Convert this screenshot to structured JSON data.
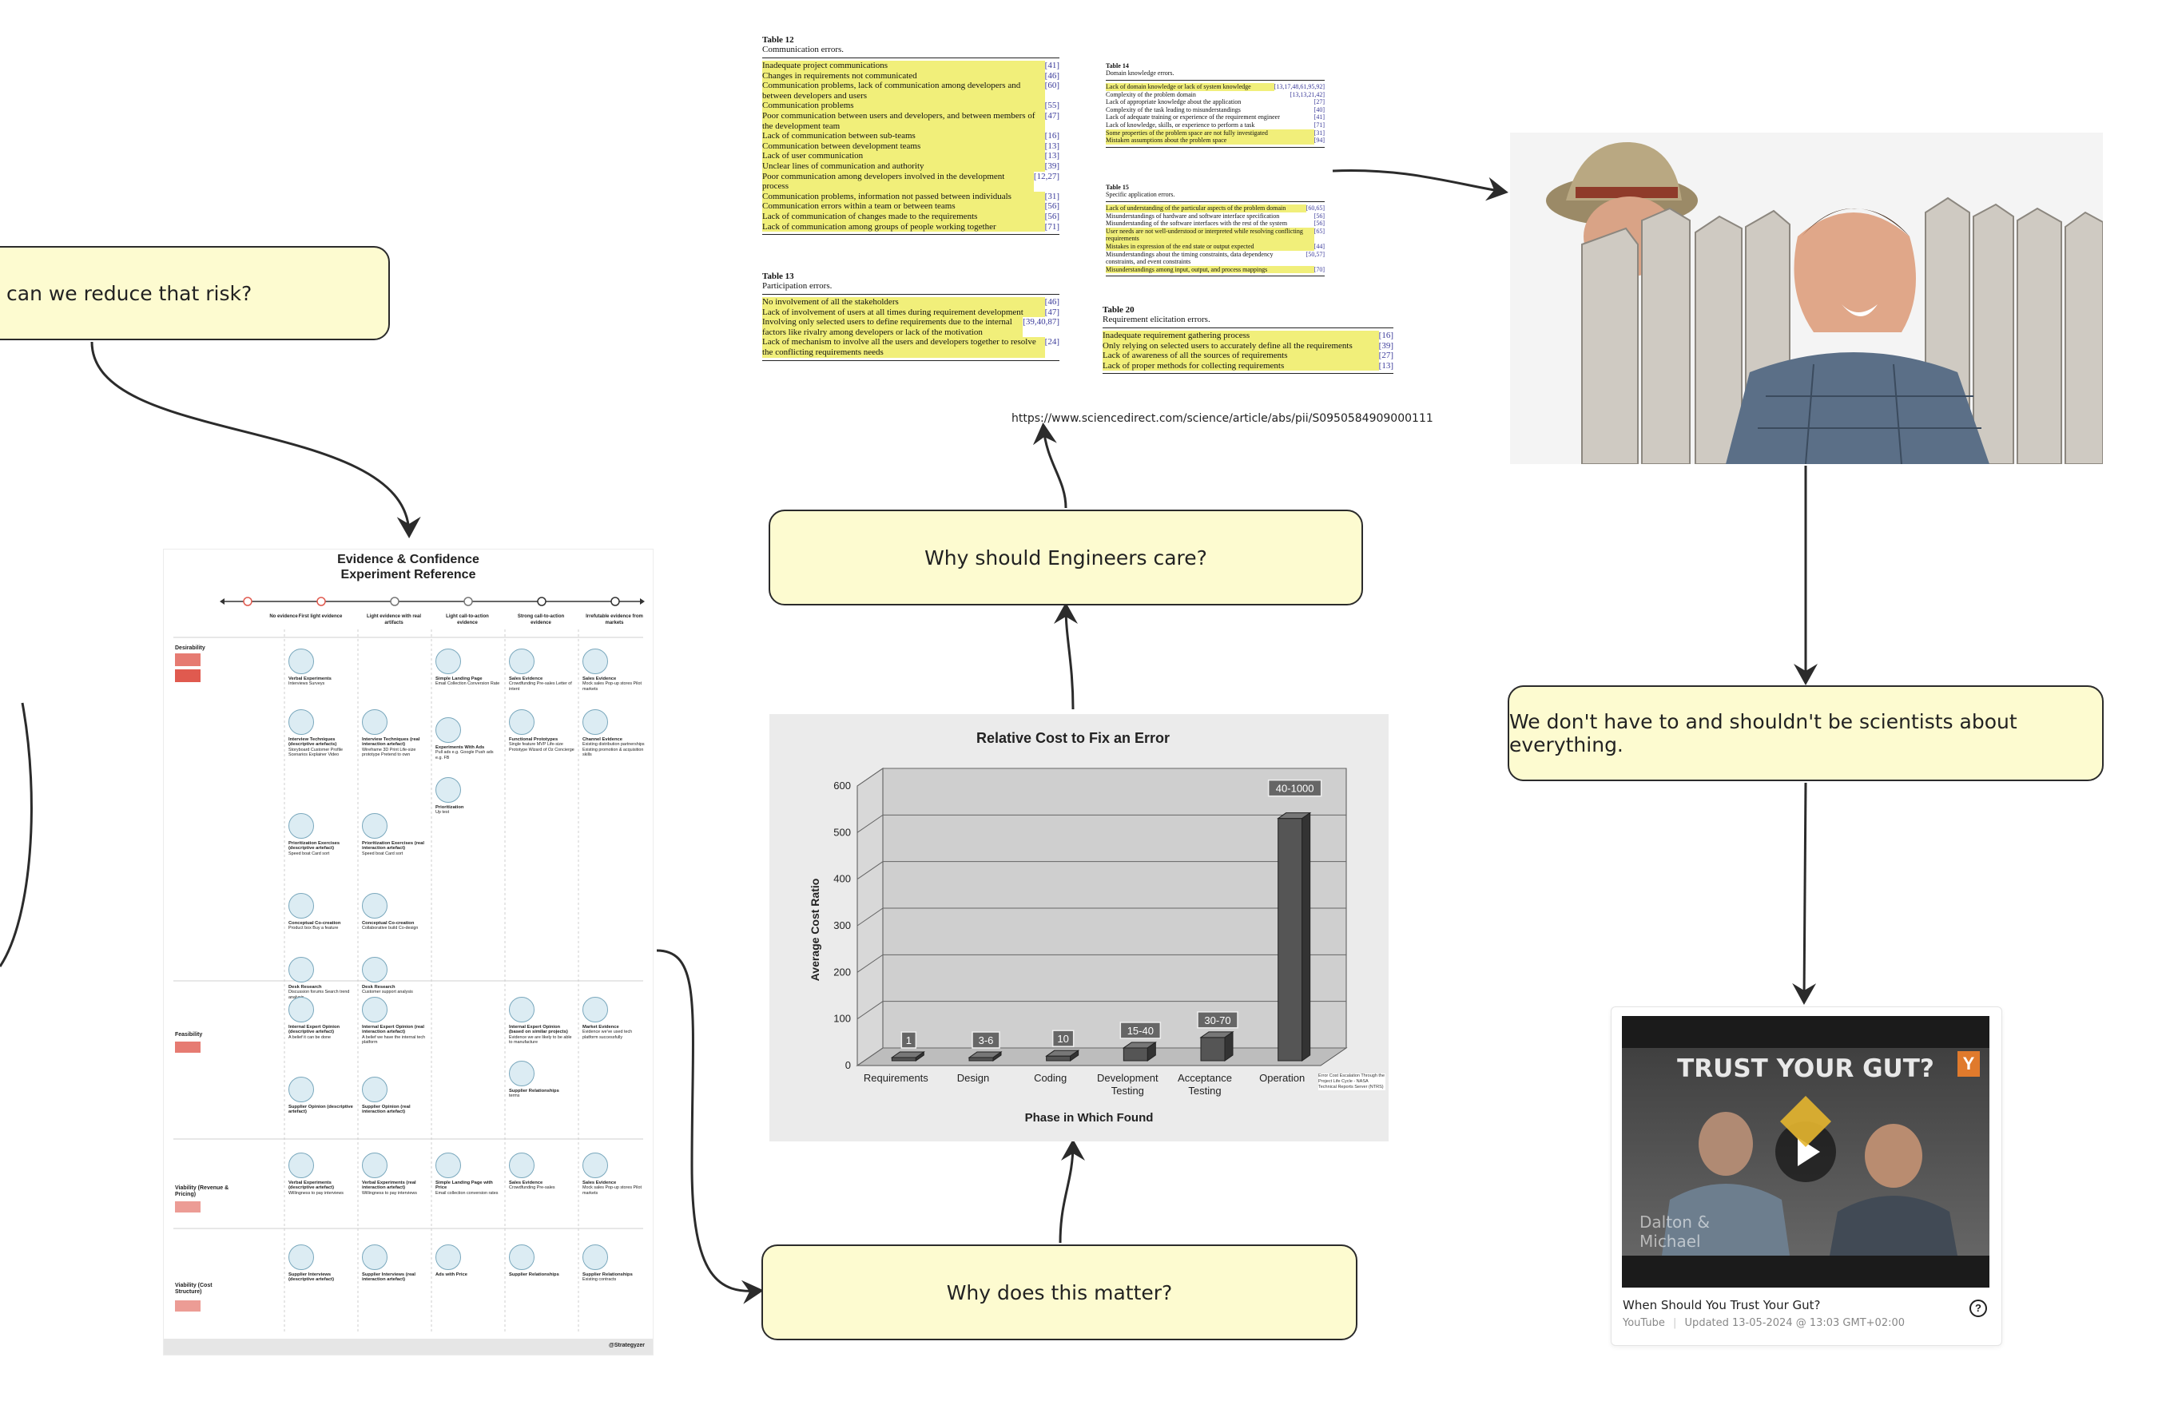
{
  "stickies": {
    "reduce_risk": "can we reduce that risk?",
    "engineers_care": "Why should Engineers care?",
    "matter": "Why does this matter?",
    "scientists": "We don't have to and shouldn't be scientists about everything."
  },
  "source_url": "https://www.sciencedirect.com/science/article/abs/pii/S0950584909000111",
  "tables": {
    "t12": {
      "number": "Table 12",
      "subtitle": "Communication errors.",
      "rows": [
        {
          "text": "Inadequate project communications",
          "ref": "[41]"
        },
        {
          "text": "Changes in requirements not communicated",
          "ref": "[46]"
        },
        {
          "text": "Communication problems, lack of communication among developers and between developers and users",
          "ref": "[60]"
        },
        {
          "text": "Communication problems",
          "ref": "[55]"
        },
        {
          "text": "Poor communication between users and developers, and between members of the development team",
          "ref": "[47]"
        },
        {
          "text": "Lack of communication between sub-teams",
          "ref": "[16]"
        },
        {
          "text": "Communication between development teams",
          "ref": "[13]"
        },
        {
          "text": "Lack of user communication",
          "ref": "[13]"
        },
        {
          "text": "Unclear lines of communication and authority",
          "ref": "[39]"
        },
        {
          "text": "Poor communication among developers involved in the development process",
          "ref": "[12,27]"
        },
        {
          "text": "Communication problems, information not passed between individuals",
          "ref": "[31]"
        },
        {
          "text": "Communication errors within a team or between teams",
          "ref": "[56]"
        },
        {
          "text": "Lack of communication of changes made to the requirements",
          "ref": "[56]"
        },
        {
          "text": "Lack of communication among groups of people working together",
          "ref": "[71]"
        }
      ]
    },
    "t13": {
      "number": "Table 13",
      "subtitle": "Participation errors.",
      "rows": [
        {
          "text": "No involvement of all the stakeholders",
          "ref": "[46]"
        },
        {
          "text": "Lack of involvement of users at all times during requirement development",
          "ref": "[47]"
        },
        {
          "text": "Involving only selected users to define requirements due to the internal factors like rivalry among developers or lack of the motivation",
          "ref": "[39,40,87]"
        },
        {
          "text": "Lack of mechanism to involve all the users and developers together to resolve the conflicting requirements needs",
          "ref": "[24]"
        }
      ]
    },
    "t14": {
      "number": "Table 14",
      "subtitle": "Domain knowledge errors.",
      "rows": [
        {
          "text": "Lack of domain knowledge or lack of system knowledge",
          "ref": "[13,17,48,61,95,92]"
        },
        {
          "text": "Complexity of the problem domain",
          "ref": "[13,13,21,42]"
        },
        {
          "text": "Lack of appropriate knowledge about the application",
          "ref": "[27]"
        },
        {
          "text": "Complexity of the task leading to misunderstandings",
          "ref": "[40]"
        },
        {
          "text": "Lack of adequate training or experience of the requirement engineer",
          "ref": "[41]"
        },
        {
          "text": "Lack of knowledge, skills, or experience to perform a task",
          "ref": "[71]"
        },
        {
          "text": "Some properties of the problem space are not fully investigated",
          "ref": "[31]"
        },
        {
          "text": "Mistaken assumptions about the problem space",
          "ref": "[94]"
        }
      ]
    },
    "t15": {
      "number": "Table 15",
      "subtitle": "Specific application errors.",
      "rows": [
        {
          "text": "Lack of understanding of the particular aspects of the problem domain",
          "ref": "[60,65]"
        },
        {
          "text": "Misunderstandings of hardware and software interface specification",
          "ref": "[56]"
        },
        {
          "text": "Misunderstanding of the software interfaces with the rest of the system",
          "ref": "[56]"
        },
        {
          "text": "User needs are not well-understood or interpreted while resolving conflicting requirements",
          "ref": "[65]"
        },
        {
          "text": "Mistakes in expression of the end state or output expected",
          "ref": "[44]"
        },
        {
          "text": "Misunderstandings about the timing constraints, data dependency constraints, and event constraints",
          "ref": "[50,57]"
        },
        {
          "text": "Misunderstandings among input, output, and process mappings",
          "ref": "[70]"
        }
      ]
    },
    "t20": {
      "number": "Table 20",
      "subtitle": "Requirement elicitation errors.",
      "rows": [
        {
          "text": "Inadequate requirement gathering process",
          "ref": "[16]"
        },
        {
          "text": "Only relying on selected users to accurately define all the requirements",
          "ref": "[39]"
        },
        {
          "text": "Lack of awareness of all the sources of requirements",
          "ref": "[27]"
        },
        {
          "text": "Lack of proper methods for collecting requirements",
          "ref": "[13]"
        }
      ]
    }
  },
  "poster": {
    "title_line1": "Evidence & Confidence",
    "title_line2": "Experiment Reference",
    "columns": [
      {
        "title": "No evidence"
      },
      {
        "title": "First light evidence"
      },
      {
        "title": "Light evidence with real artifacts"
      },
      {
        "title": "Light call-to-action evidence"
      },
      {
        "title": "Strong call-to-action evidence"
      },
      {
        "title": "Irrefutable evidence from markets"
      }
    ],
    "rows": [
      {
        "label": "Desirability"
      },
      {
        "label": "Feasibility"
      },
      {
        "label": "Viability (Revenue & Pricing)"
      },
      {
        "label": "Viability (Cost Structure)"
      }
    ],
    "cells": [
      {
        "title": "Verbal Experiments",
        "body": "Interviews Surveys"
      },
      {
        "title": "Interview Techniques (descriptive artefacts)",
        "body": "Storyboard Customer Profile Scenarios Explainer Video"
      },
      {
        "title": "Prioritization Exercises (descriptive artefact)",
        "body": "Speed boat Card sort"
      },
      {
        "title": "Conceptual Co-creation",
        "body": "Product box Buy a feature"
      },
      {
        "title": "Desk Research",
        "body": "Discussion forums Search trend analysis"
      },
      {
        "title": "Interview Techniques (real interaction artefact)",
        "body": "Wireframe 3D Print Life-size prototype Pretend to own"
      },
      {
        "title": "Prioritization Exercises (real interaction artefact)",
        "body": "Speed boat Card sort"
      },
      {
        "title": "Conceptual Co-creation",
        "body": "Collaborative build Co-design"
      },
      {
        "title": "Desk Research",
        "body": "Customer support analysis"
      },
      {
        "title": "Simple Landing Page",
        "body": "Email Collection Conversion Rate"
      },
      {
        "title": "Experiments With Ads",
        "body": "Pull ads e.g. Google Push ads e.g. FB"
      },
      {
        "title": "Prioritization",
        "body": "Up test"
      },
      {
        "title": "Sales Evidence",
        "body": "Crowdfunding Pre-sales Letter of intent"
      },
      {
        "title": "Functional Prototypes",
        "body": "Single feature MVP Life-size Prototype Wizard of Oz Concierge"
      },
      {
        "title": "Sales Evidence",
        "body": "Mock sales Pop-up stores Pilot markets"
      },
      {
        "title": "Channel Evidence",
        "body": "Existing distribution partnerships Existing promotion & acquisition skills"
      },
      {
        "title": "Internal Expert Opinion (descriptive artefact)",
        "body": "A belief it can be done"
      },
      {
        "title": "Supplier Opinion (descriptive artefact)",
        "body": ""
      },
      {
        "title": "Internal Expert Opinion (real interaction artefact)",
        "body": "A belief we have the internal tech platform"
      },
      {
        "title": "Supplier Opinion (real interaction artefact)",
        "body": ""
      },
      {
        "title": "Internal Expert Opinion (based on similar projects)",
        "body": "Evidence we are likely to be able to manufacture"
      },
      {
        "title": "Supplier Relationships",
        "body": "terms"
      },
      {
        "title": "Market Evidence",
        "body": "Evidence we've used tech platform successfully"
      },
      {
        "title": "Verbal Experiments (descriptive artefact)",
        "body": "Willingness to pay interviews"
      },
      {
        "title": "Verbal Experiments (real interaction artefact)",
        "body": "Willingness to pay interviews"
      },
      {
        "title": "Simple Landing Page with Price",
        "body": "Email collection conversion rates"
      },
      {
        "title": "Sales Evidence",
        "body": "Crowdfunding Pre-sales"
      },
      {
        "title": "Sales Evidence",
        "body": "Mock sales Pop-up stores Pilot markets"
      },
      {
        "title": "Supplier Interviews (descriptive artefact)",
        "body": ""
      },
      {
        "title": "Supplier Interviews (real interaction artefact)",
        "body": ""
      },
      {
        "title": "Ads with Price",
        "body": ""
      },
      {
        "title": "Supplier Relationships",
        "body": ""
      },
      {
        "title": "Supplier Relationships",
        "body": "Existing contracts"
      }
    ],
    "footer_brand": "@Strategyzer"
  },
  "chart_data": {
    "type": "bar",
    "title": "Relative Cost to Fix an Error",
    "xlabel": "Phase in Which Found",
    "ylabel": "Average Cost Ratio",
    "ylim": [
      0,
      600
    ],
    "yticks": [
      0,
      100,
      200,
      300,
      400,
      500,
      600
    ],
    "categories": [
      "Requirements",
      "Design",
      "Coding",
      "Development Testing",
      "Acceptance Testing",
      "Operation"
    ],
    "values": [
      1,
      4.5,
      10,
      27.5,
      50,
      520
    ],
    "data_labels": [
      "1",
      "3-6",
      "10",
      "15-40",
      "30-70",
      "40-1000"
    ],
    "side_caption": "Error Cost Escalation Through the Project Life Cycle - NASA Technical Reports Server (NTRS)"
  },
  "video": {
    "overlay_title": "TRUST YOUR GUT?",
    "badge": "Y",
    "names": "Dalton & Michael",
    "title": "When Should You Trust Your Gut?",
    "source": "YouTube",
    "updated": "Updated 13-05-2024 @ 13:03 GMT+02:00",
    "help_glyph": "?"
  },
  "colors": {
    "sticky_bg": "#fdfbd0",
    "highlight": "#f1ef7a",
    "poster_accent": "#e05a4f",
    "youtube_badge": "#e07a2c"
  }
}
